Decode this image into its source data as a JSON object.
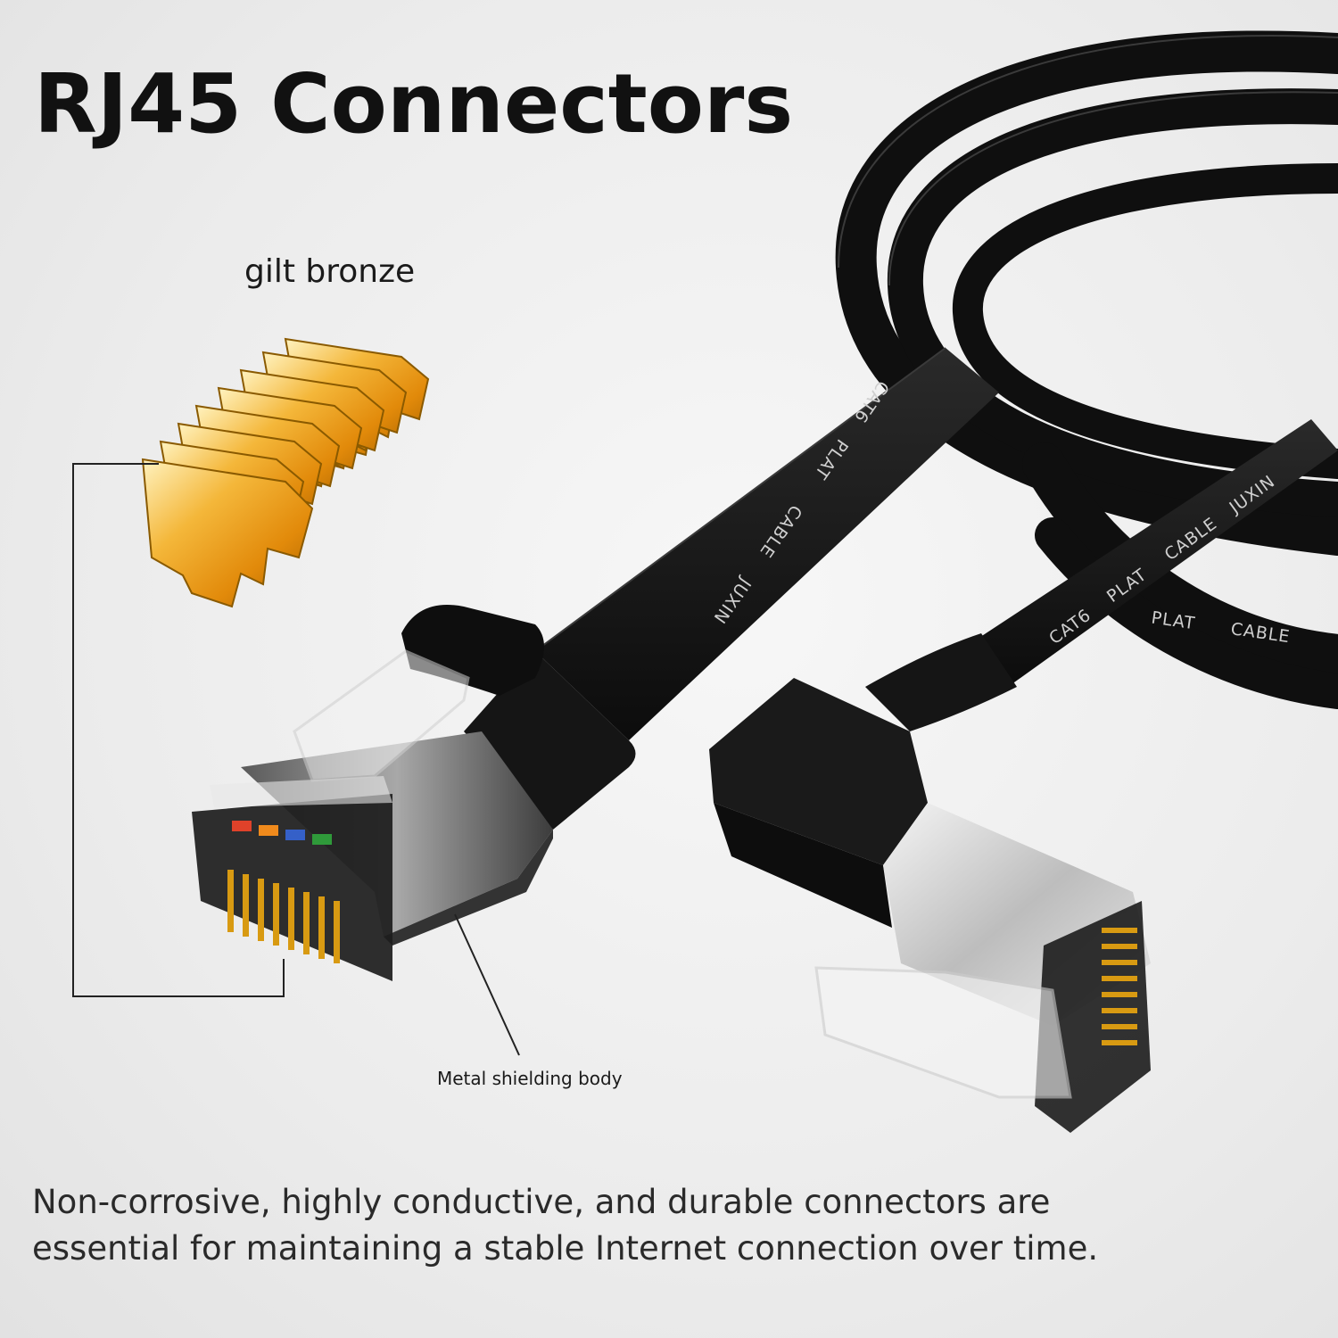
{
  "title": "RJ45 Connectors",
  "labels": {
    "gilt": "gilt bronze",
    "metal": "Metal shielding body"
  },
  "description": {
    "line1": "Non-corrosive, highly conductive, and durable connectors are",
    "line2": "essential for maintaining a stable Internet connection over time."
  },
  "cable_print": {
    "cat6": "CAT6",
    "plat": "PLAT",
    "cable": "CABLE",
    "brand": "JUXIN"
  },
  "colors": {
    "background": "#eeeeee",
    "cable": "#111111",
    "gold": "#e8a20c",
    "metal": "#9a9a9a"
  }
}
